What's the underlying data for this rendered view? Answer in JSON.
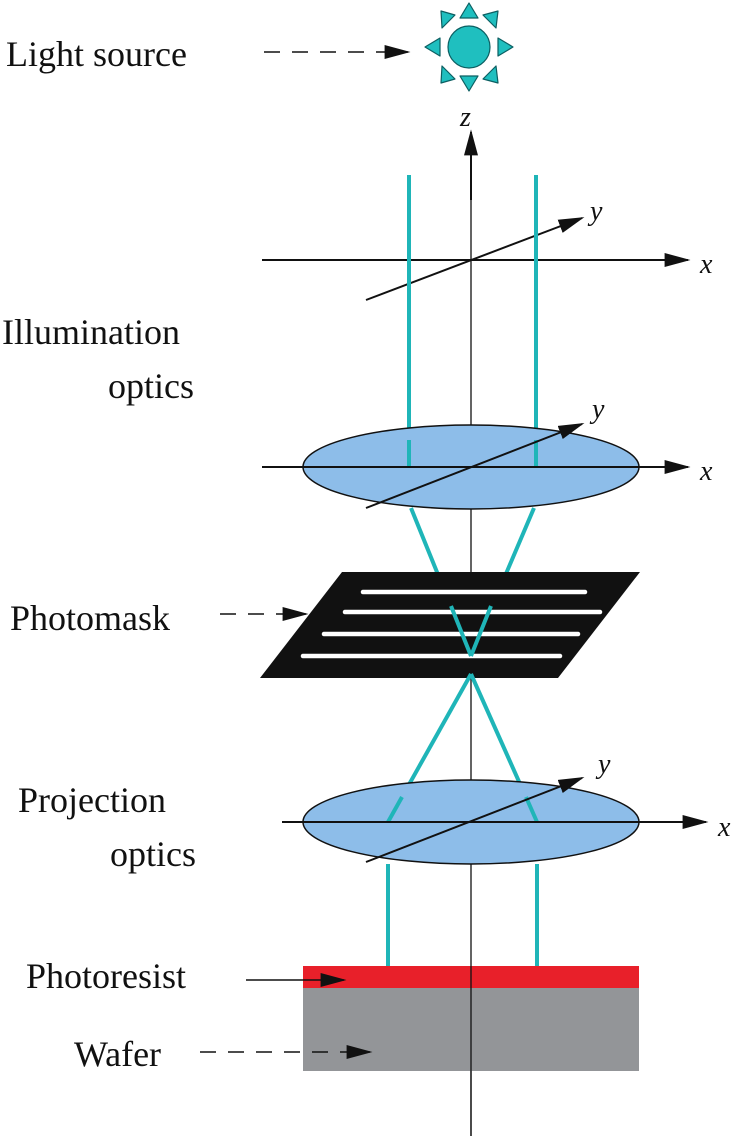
{
  "labels": {
    "light_source": "Light source",
    "illumination_line1": "Illumination",
    "illumination_line2": "optics",
    "photomask": "Photomask",
    "projection_line1": "Projection",
    "projection_line2": "optics",
    "photoresist": "Photoresist",
    "wafer": "Wafer"
  },
  "axes": {
    "z": "z",
    "x": "x",
    "y": "y"
  },
  "colors": {
    "beam": "#1fb5b8",
    "sun": "#1fbfbf",
    "lens_fill": "#8dbde9",
    "photoresist": "#e8202a",
    "wafer": "#939598",
    "mask": "#111111",
    "mask_slit": "#ffffff",
    "ink": "#111111"
  }
}
